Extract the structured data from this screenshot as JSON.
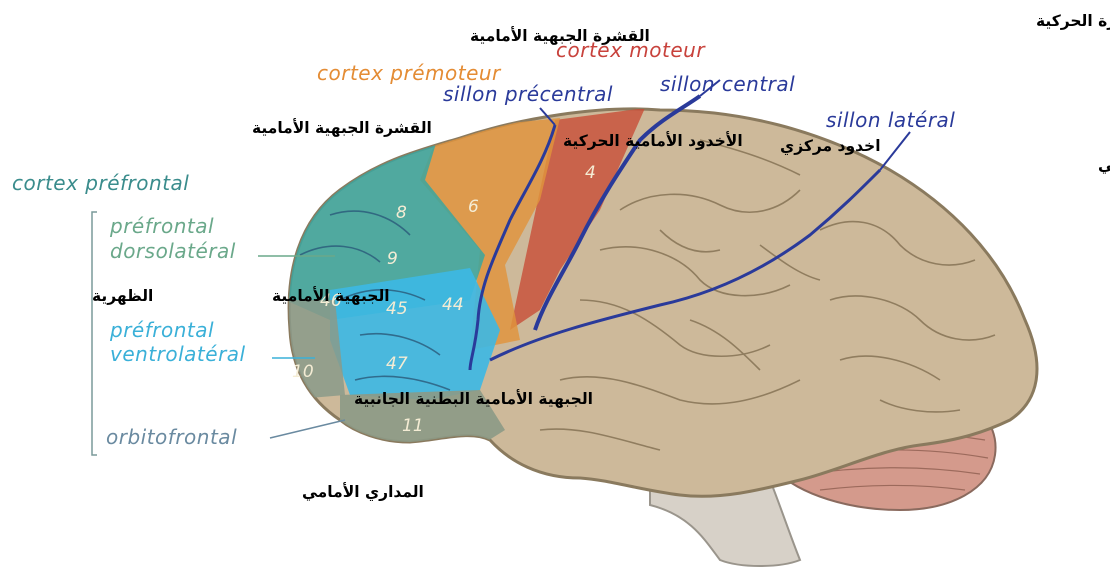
{
  "colors": {
    "brain": "#cdb99a",
    "brain_edge": "#8a7a5e",
    "premotor": "#e0943c",
    "motor": "#c84a34",
    "prefrontal_teal": "#3aa6a0",
    "ventrolateral_blue": "#3cb8e4",
    "orbitofrontal": "#8c9a86",
    "cerebellum": "#d49a8c",
    "brainstem": "#d7d1c8",
    "sulcus_line": "#2a3a9a",
    "label_orange": "#e48c34",
    "label_red": "#c8423c",
    "label_blue": "#2a3a9a",
    "label_teal": "#3a8c8c",
    "label_green": "#6aa88a",
    "label_cyan": "#3ab0d8",
    "label_grey": "#6a8aa0"
  },
  "french_labels": {
    "cortex_moteur": "cortex moteur",
    "cortex_premoteur": "cortex prémoteur",
    "sillon_central": "sillon central",
    "sillon_precentral": "sillon précentral",
    "sillon_lateral": "sillon latéral",
    "cortex_prefrontal": "cortex préfrontal",
    "prefrontal_dl_1": "préfrontal",
    "prefrontal_dl_2": "dorsolatéral",
    "prefrontal_vl_1": "préfrontal",
    "prefrontal_vl_2": "ventrolatéral",
    "orbitofrontal": "orbitofrontal"
  },
  "arabic_labels": {
    "motor_cortex": "القشرة الحركية",
    "frontal_cortex_top": "القشرة الجبهية الأمامية",
    "frontal_cortex_left": "القشرة الجبهية الأمامية",
    "premotor_sulcus": "الأخدود الأمامية الحركية",
    "central_sulcus": "اخدود مركزي",
    "lateral_sulcus": "اخدود جانبي",
    "dorsal": "الظهرية",
    "frontal_anterior": "الجبهية  الأمامية",
    "ventrolateral": "الجبهية الأمامية البطنية الجانبية",
    "orbital": "المداري الأمامي"
  },
  "brodmann_areas": [
    "4",
    "6",
    "8",
    "9",
    "46",
    "45",
    "44",
    "47",
    "10",
    "11"
  ]
}
